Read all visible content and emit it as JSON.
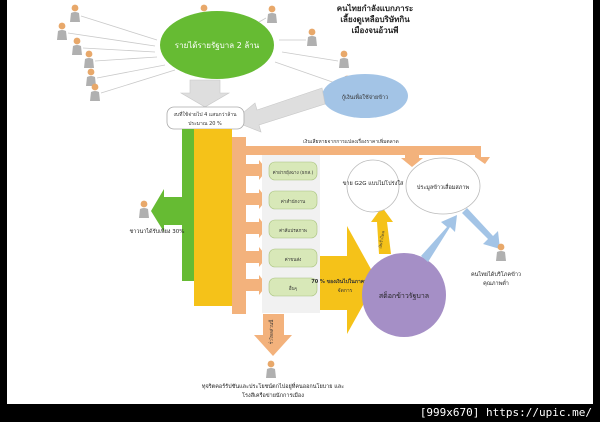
{
  "title": {
    "line1": "คนไทยกำลังแบกภาระ",
    "line2": "เลี้ยงดูเหลือบริษัทกิน",
    "line3": "เมืองจนอ้วนพี"
  },
  "budget_bubble": {
    "label": "รายได้รายรัฐบาล 2 ล้าน"
  },
  "loan_bubble": {
    "label": "กู้เงินเพื่อใช้จ่ายข้าว"
  },
  "spending_box": {
    "line1": "งบที่ใช้จ่ายไป 4 แสนกว่าล้าน",
    "line2": "ประมาณ 20 %"
  },
  "farmer_label": "ชาวนาได้รับเพียง 30%",
  "items": [
    "ค่าฝากยุ้งฉาง (ธกส.)",
    "ค่าสำนักงาน",
    "ค่าสีแปรสภาพ",
    "ค่าขนส่ง",
    "อื่นๆ"
  ],
  "arrow_70_label": {
    "line1": "70 % ของเงินไปในภาคบริหาร",
    "line2": "จัดการ"
  },
  "stock_circle": {
    "label": "สต็อกข้าวรัฐบาล"
  },
  "g2g_circle": {
    "label": "ขาย G2G แบบไม่โปร่งใส"
  },
  "auction_circle": {
    "label": "ประมูลข้าวเสื่อมสภาพ"
  },
  "loss_arrow_label": "เงินเสียหายจากการแปลงเรื่องราคาเพิ่มตลาด",
  "consumer_label": {
    "line1": "คนไทยได้บริโภคข้าว",
    "line2": "คุณภาพต่ำ"
  },
  "leak_arrow_label": "เงินรั่วไหล",
  "down_arrow_label": "รั่วไหลส่วนนี้",
  "bottom_caption": {
    "line1": "ทุจริตคอร์รัปชันและประโยชน์ตกไปอยู่ที่คนออกนโยบาย และ",
    "line2": "โรงสีเครือข่ายนักการเมือง"
  },
  "footer": "[999x670] https://upic.me/",
  "colors": {
    "green": "#66bb33",
    "yellow": "#f5c219",
    "orange": "#f3b27c",
    "purple": "#a58fc6",
    "blue": "#a3c4e6",
    "gray": "#dedede",
    "person": "#e8a86a"
  }
}
